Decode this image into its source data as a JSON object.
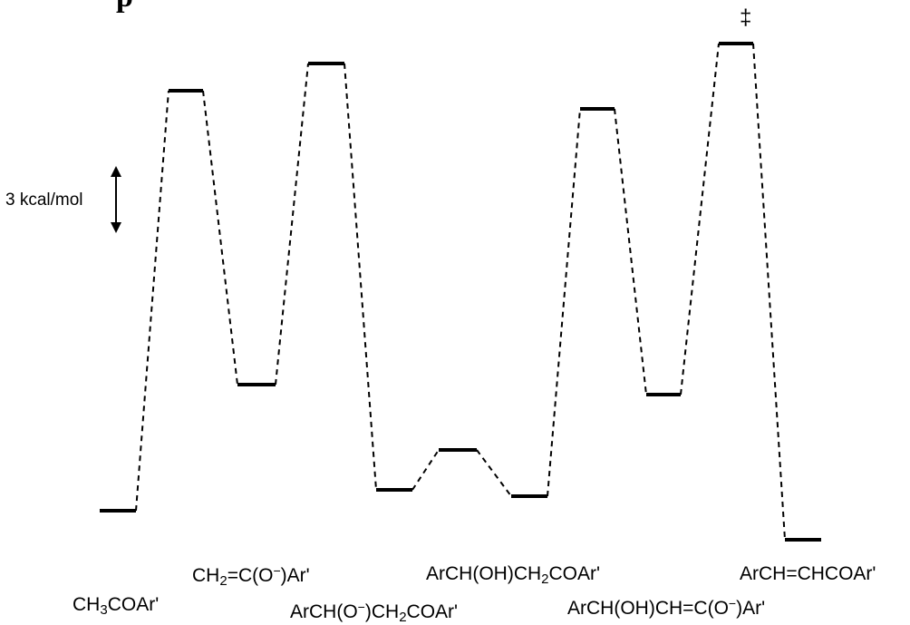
{
  "figure": {
    "title_fragment": "p",
    "scale_label": "3 kcal/mol",
    "transition_state_marker": "‡"
  },
  "species": [
    {
      "id": "s1",
      "parts": [
        {
          "t": "CH"
        },
        {
          "sub": "3"
        },
        {
          "t": "COAr'"
        }
      ]
    },
    {
      "id": "s2",
      "parts": [
        {
          "t": "CH"
        },
        {
          "sub": "2"
        },
        {
          "t": "=C(O"
        },
        {
          "sup": "−"
        },
        {
          "t": ")Ar'"
        }
      ]
    },
    {
      "id": "s3",
      "parts": [
        {
          "t": "ArCH(O"
        },
        {
          "sup": "−"
        },
        {
          "t": ")CH"
        },
        {
          "sub": "2"
        },
        {
          "t": "COAr'"
        }
      ]
    },
    {
      "id": "s4",
      "parts": [
        {
          "t": "ArCH(OH)CH"
        },
        {
          "sub": "2"
        },
        {
          "t": "COAr'"
        }
      ]
    },
    {
      "id": "s5",
      "parts": [
        {
          "t": "ArCH(OH)CH=C(O"
        },
        {
          "sup": "−"
        },
        {
          "t": ")Ar'"
        }
      ]
    },
    {
      "id": "s6",
      "parts": [
        {
          "t": "ArCH=CHCOAr'"
        }
      ]
    }
  ],
  "colors": {
    "ink": "#000000"
  }
}
